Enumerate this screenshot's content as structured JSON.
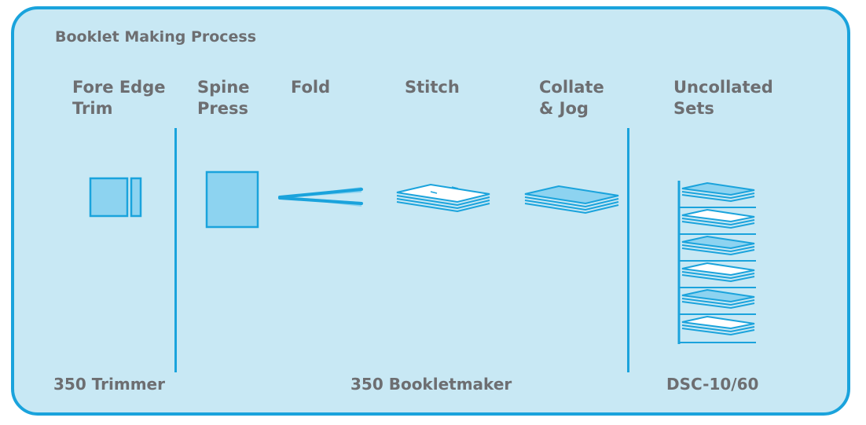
{
  "title": "Booklet Making Process",
  "steps": [
    {
      "label": "Fore Edge\nTrim"
    },
    {
      "label": "Spine\nPress"
    },
    {
      "label": "Fold"
    },
    {
      "label": "Stitch"
    },
    {
      "label": "Collate\n& Jog"
    },
    {
      "label": "Uncollated\nSets"
    }
  ],
  "machines": [
    {
      "label": "350 Trimmer"
    },
    {
      "label": "350 Bookletmaker"
    },
    {
      "label": "DSC-10/60"
    }
  ],
  "colors": {
    "accent": "#1aa3dc",
    "panel_bg": "#c8e8f4",
    "text": "#6d6e71",
    "fill": "#8dd3f0"
  }
}
